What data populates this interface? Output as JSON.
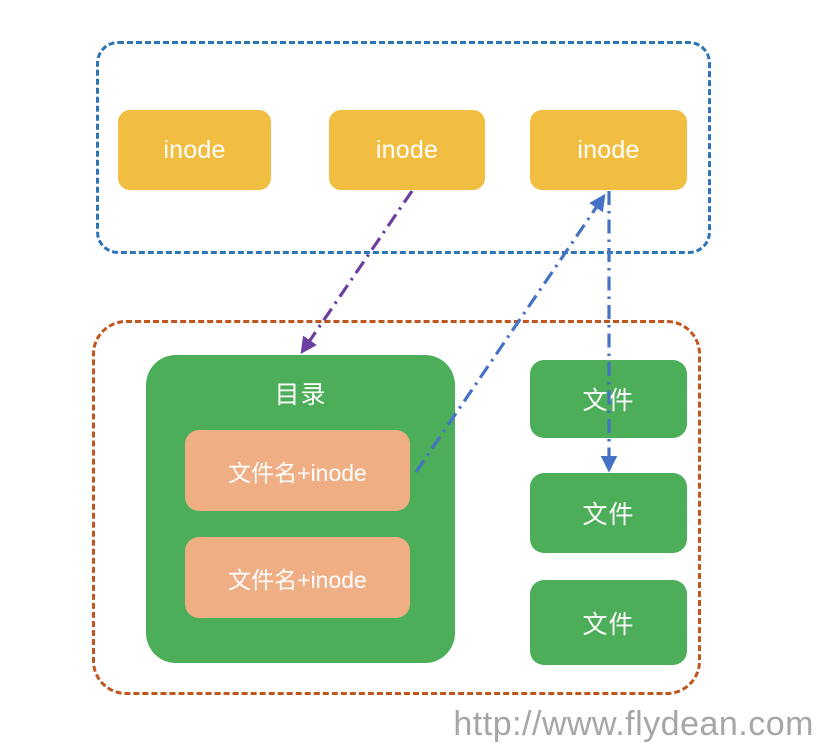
{
  "diagram": {
    "title": "inode / directory / file relationship diagram",
    "groups": {
      "inode_group": {
        "name": "inode-layer",
        "border_color": "#2E75B6",
        "border_style": "dashed"
      },
      "storage_group": {
        "name": "storage-layer",
        "border_color": "#C0561E",
        "border_style": "dashed"
      }
    },
    "inodes": [
      {
        "label": "inode"
      },
      {
        "label": "inode"
      },
      {
        "label": "inode"
      }
    ],
    "directory": {
      "title": "目录",
      "entries": [
        {
          "label": "文件名+inode"
        },
        {
          "label": "文件名+inode"
        }
      ]
    },
    "files": [
      {
        "label": "文件"
      },
      {
        "label": "文件"
      },
      {
        "label": "文件"
      }
    ],
    "connectors": [
      {
        "name": "inode2-to-directory",
        "color": "#6B3FA0",
        "style": "dash-dot",
        "from": "inode-2",
        "to": "directory"
      },
      {
        "name": "directory-entry-to-inode3",
        "color": "#4472C4",
        "style": "dash-dot",
        "from": "directory-entry-1",
        "to": "inode-3"
      },
      {
        "name": "inode3-to-file2",
        "color": "#4472C4",
        "style": "dash-dot",
        "from": "inode-3",
        "to": "file-2"
      }
    ],
    "colors": {
      "inode_fill": "#F2BE42",
      "directory_fill": "#4CAE59",
      "entry_fill": "#EFAE83",
      "file_fill": "#4CAE59",
      "purple_link": "#6B3FA0",
      "blue_link": "#4472C4",
      "blue_border": "#2E75B6",
      "orange_border": "#C0561E",
      "watermark": "#A6A6A6"
    }
  },
  "watermark": {
    "text": "http://www.flydean.com"
  }
}
